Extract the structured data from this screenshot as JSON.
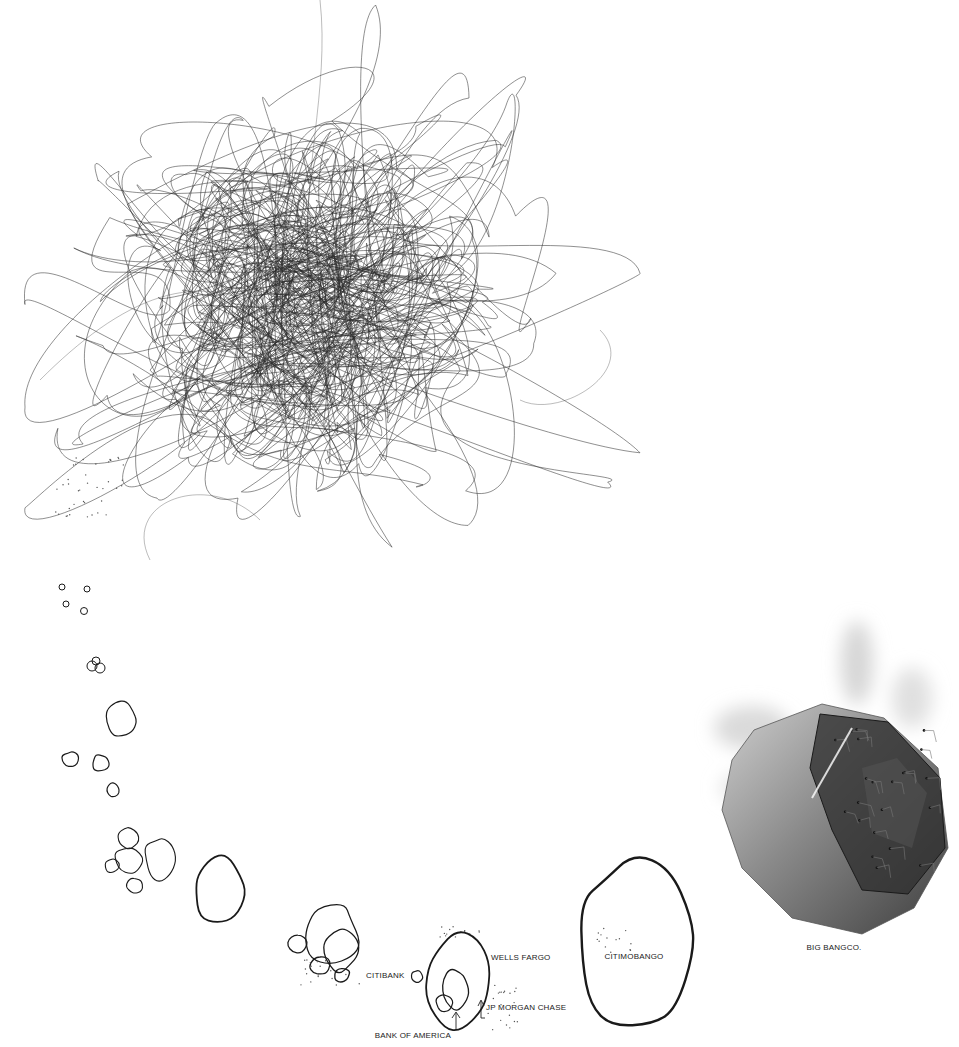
{
  "diagram": {
    "nodes": [
      {
        "text": [
          "WELLS FARGO"
        ]
      },
      {
        "text": [
          "CITIMOBANGO"
        ]
      },
      {
        "text": [
          "BIG BANGCO."
        ]
      }
    ],
    "labels": [
      "CITIBANK",
      "BANK OF AMERICA",
      "JP MORGAN CHASE"
    ]
  }
}
